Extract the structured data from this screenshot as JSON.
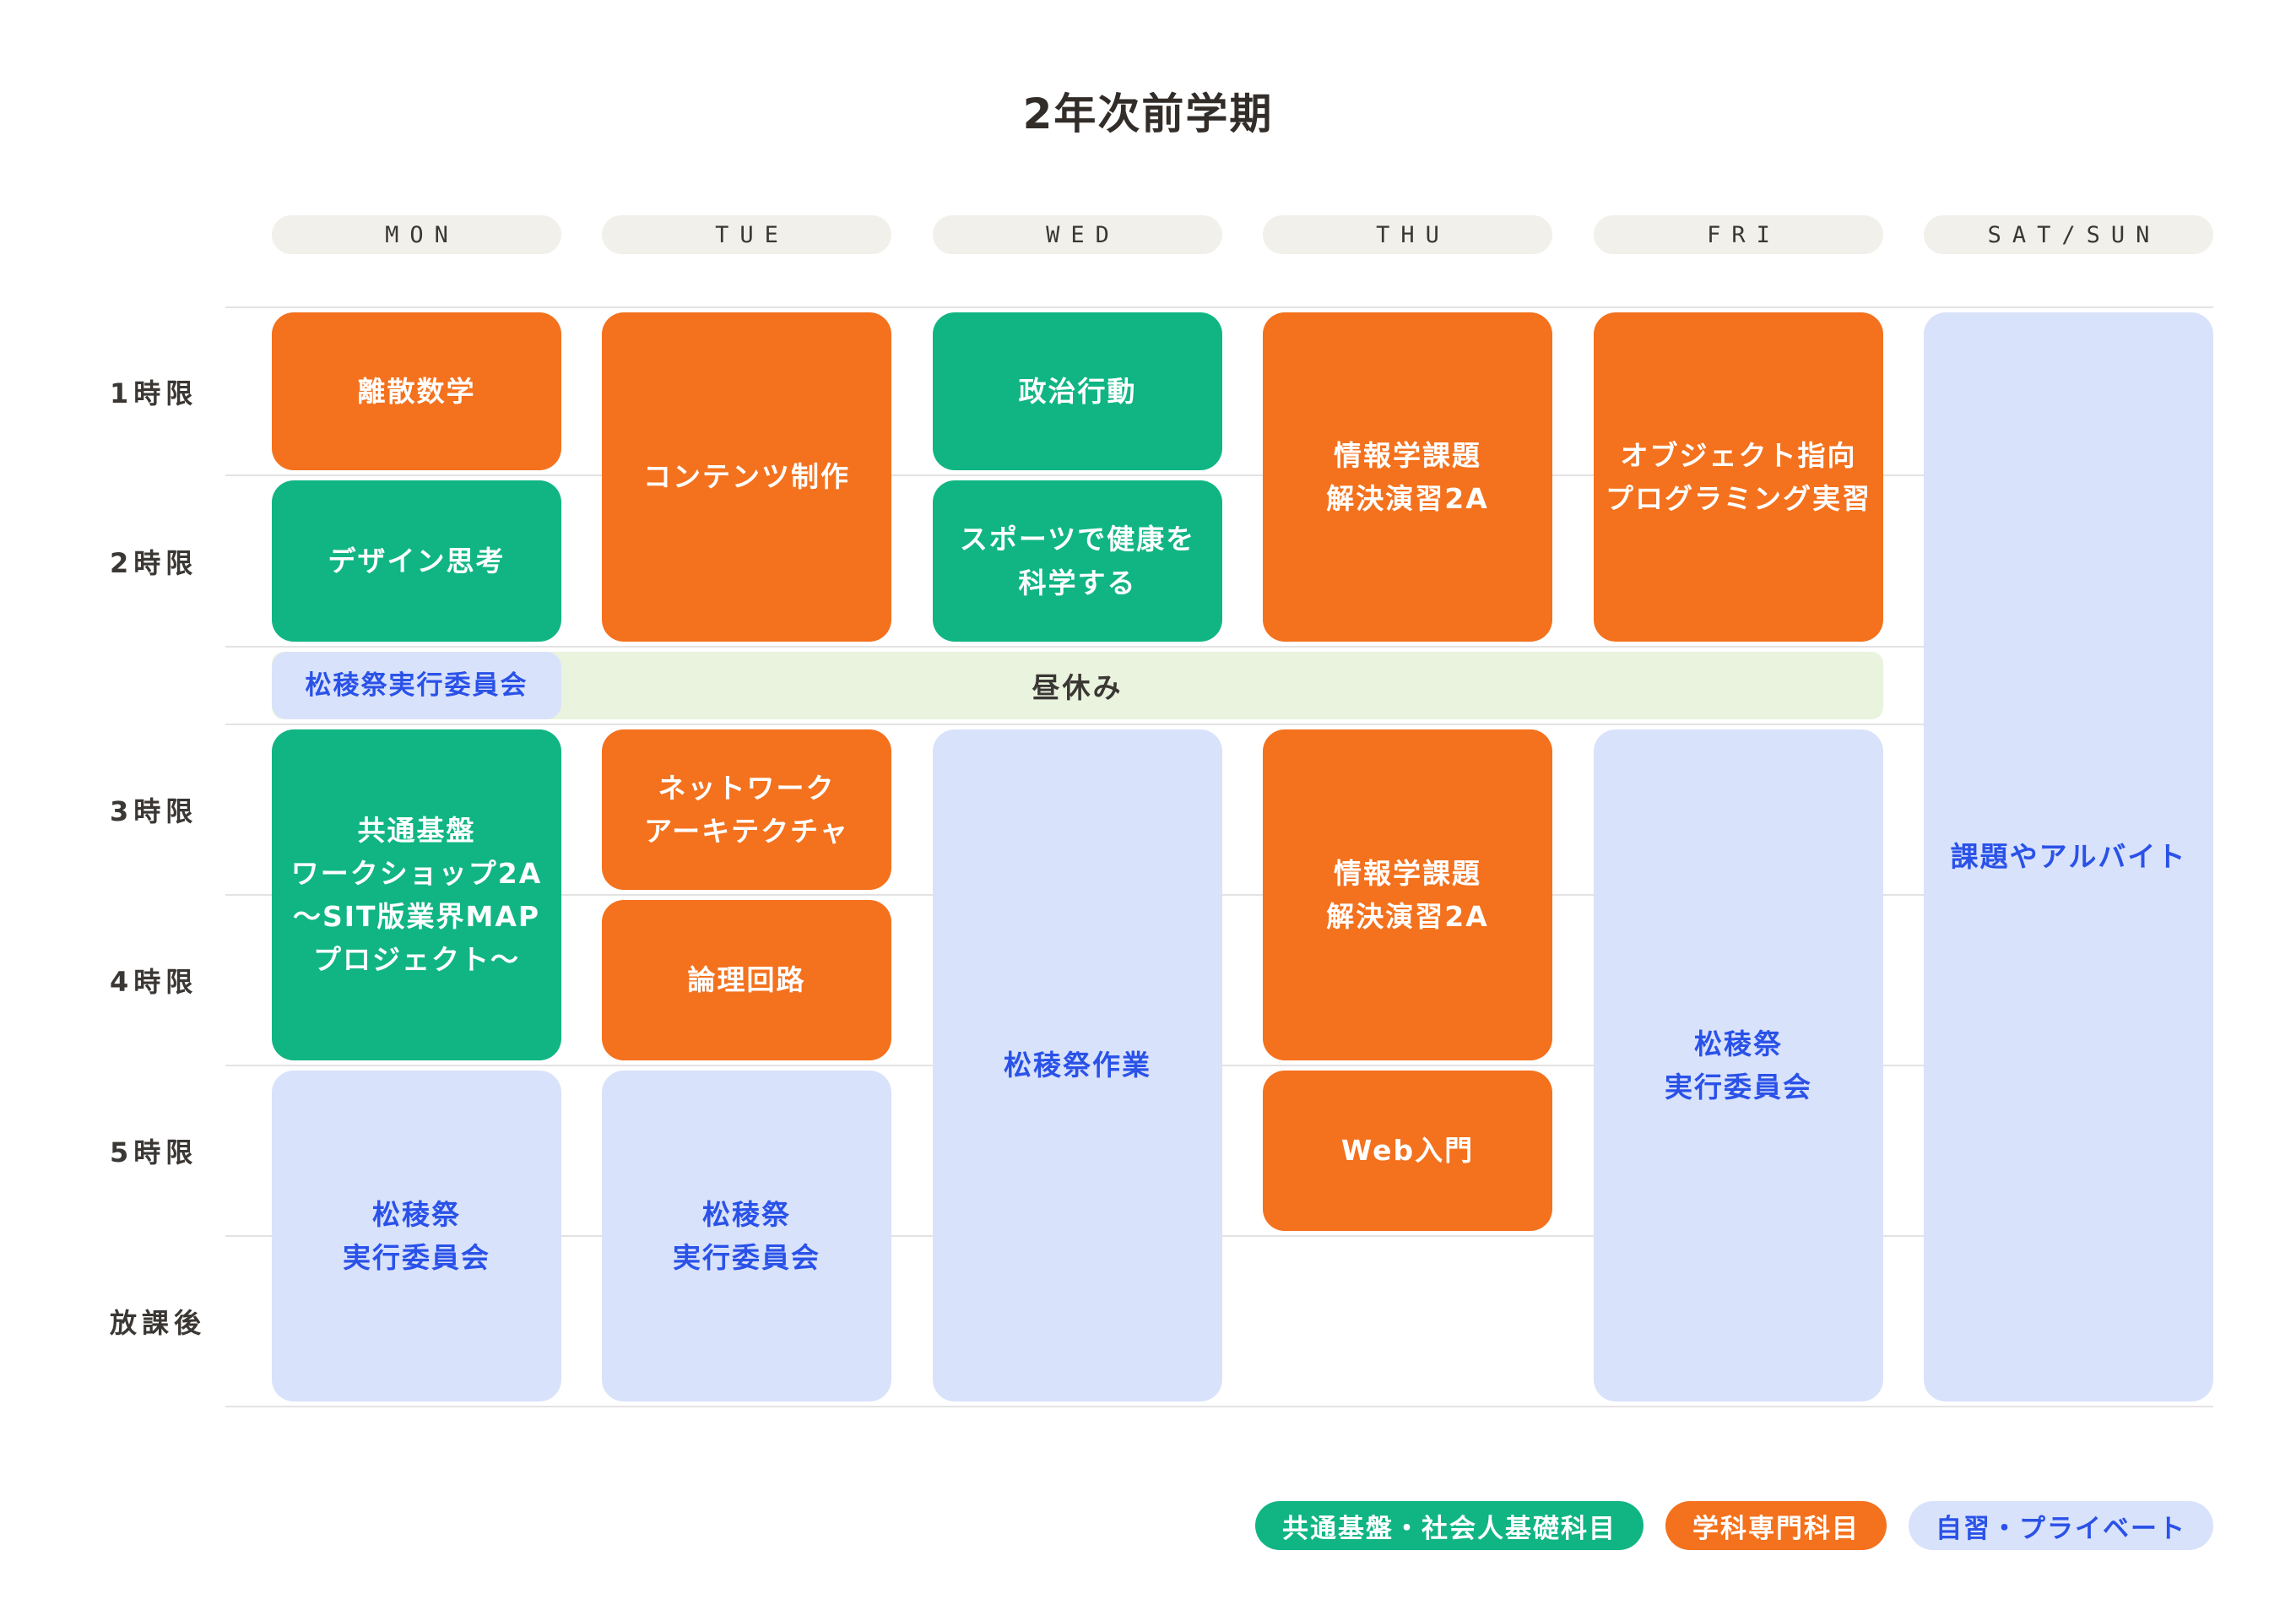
{
  "title": "2年次前学期",
  "days": [
    {
      "id": "mon",
      "label": "MON"
    },
    {
      "id": "tue",
      "label": "TUE"
    },
    {
      "id": "wed",
      "label": "WED"
    },
    {
      "id": "thu",
      "label": "THU"
    },
    {
      "id": "fri",
      "label": "FRI"
    },
    {
      "id": "satsun",
      "label": "SAT/SUN"
    }
  ],
  "periods": [
    {
      "id": "p1",
      "label": "1時限"
    },
    {
      "id": "p2",
      "label": "2時限"
    },
    {
      "id": "p3",
      "label": "3時限"
    },
    {
      "id": "p4",
      "label": "4時限"
    },
    {
      "id": "p5",
      "label": "5時限"
    },
    {
      "id": "after",
      "label": "放課後"
    }
  ],
  "lunch": {
    "label": "昼休み"
  },
  "categories": {
    "common": {
      "bg": "#10b583",
      "text": "#ffffff"
    },
    "major": {
      "bg": "#f4711d",
      "text": "#ffffff"
    },
    "private": {
      "bg": "#d9e2fb",
      "text": "#2a52e8"
    },
    "lunch": {
      "bg": "#e9f3de",
      "text": "#3a3734"
    }
  },
  "blocks": [
    {
      "day": "mon",
      "from": "p1",
      "to": "p1",
      "category": "major",
      "lines": [
        "離散数学"
      ]
    },
    {
      "day": "mon",
      "from": "p2",
      "to": "p2",
      "category": "common",
      "lines": [
        "デザイン思考"
      ]
    },
    {
      "day": "mon",
      "from": "lunch",
      "to": "lunch",
      "category": "private",
      "lines": [
        "松稜祭実行委員会"
      ]
    },
    {
      "day": "mon",
      "from": "p3",
      "to": "p4",
      "category": "common",
      "lines": [
        "共通基盤",
        "ワークショップ2A",
        "～SIT版業界MAP",
        "プロジェクト～"
      ]
    },
    {
      "day": "mon",
      "from": "p5",
      "to": "after",
      "category": "private",
      "lines": [
        "松稜祭",
        "実行委員会"
      ]
    },
    {
      "day": "tue",
      "from": "p1",
      "to": "p2",
      "category": "major",
      "lines": [
        "コンテンツ制作"
      ]
    },
    {
      "day": "tue",
      "from": "p3",
      "to": "p3",
      "category": "major",
      "lines": [
        "ネットワーク",
        "アーキテクチャ"
      ]
    },
    {
      "day": "tue",
      "from": "p4",
      "to": "p4",
      "category": "major",
      "lines": [
        "論理回路"
      ]
    },
    {
      "day": "tue",
      "from": "p5",
      "to": "after",
      "category": "private",
      "lines": [
        "松稜祭",
        "実行委員会"
      ]
    },
    {
      "day": "wed",
      "from": "p1",
      "to": "p1",
      "category": "common",
      "lines": [
        "政治行動"
      ]
    },
    {
      "day": "wed",
      "from": "p2",
      "to": "p2",
      "category": "common",
      "lines": [
        "スポーツで健康を",
        "科学する"
      ]
    },
    {
      "day": "wed",
      "from": "p3",
      "to": "after",
      "category": "private",
      "lines": [
        "松稜祭作業"
      ]
    },
    {
      "day": "thu",
      "from": "p1",
      "to": "p2",
      "category": "major",
      "lines": [
        "情報学課題",
        "解決演習2A"
      ]
    },
    {
      "day": "thu",
      "from": "p3",
      "to": "p4",
      "category": "major",
      "lines": [
        "情報学課題",
        "解決演習2A"
      ]
    },
    {
      "day": "thu",
      "from": "p5",
      "to": "p5",
      "category": "major",
      "lines": [
        "Web入門"
      ]
    },
    {
      "day": "fri",
      "from": "p1",
      "to": "p2",
      "category": "major",
      "lines": [
        "オブジェクト指向",
        "プログラミング実習"
      ]
    },
    {
      "day": "fri",
      "from": "p3",
      "to": "after",
      "category": "private",
      "lines": [
        "松稜祭",
        "実行委員会"
      ]
    },
    {
      "day": "satsun",
      "from": "p1",
      "to": "after",
      "category": "private",
      "lines": [
        "課題やアルバイト"
      ]
    }
  ],
  "legend": [
    {
      "label": "共通基盤・社会人基礎科目",
      "category": "common"
    },
    {
      "label": "学科専門科目",
      "category": "major"
    },
    {
      "label": "自習・プライベート",
      "category": "private"
    }
  ]
}
